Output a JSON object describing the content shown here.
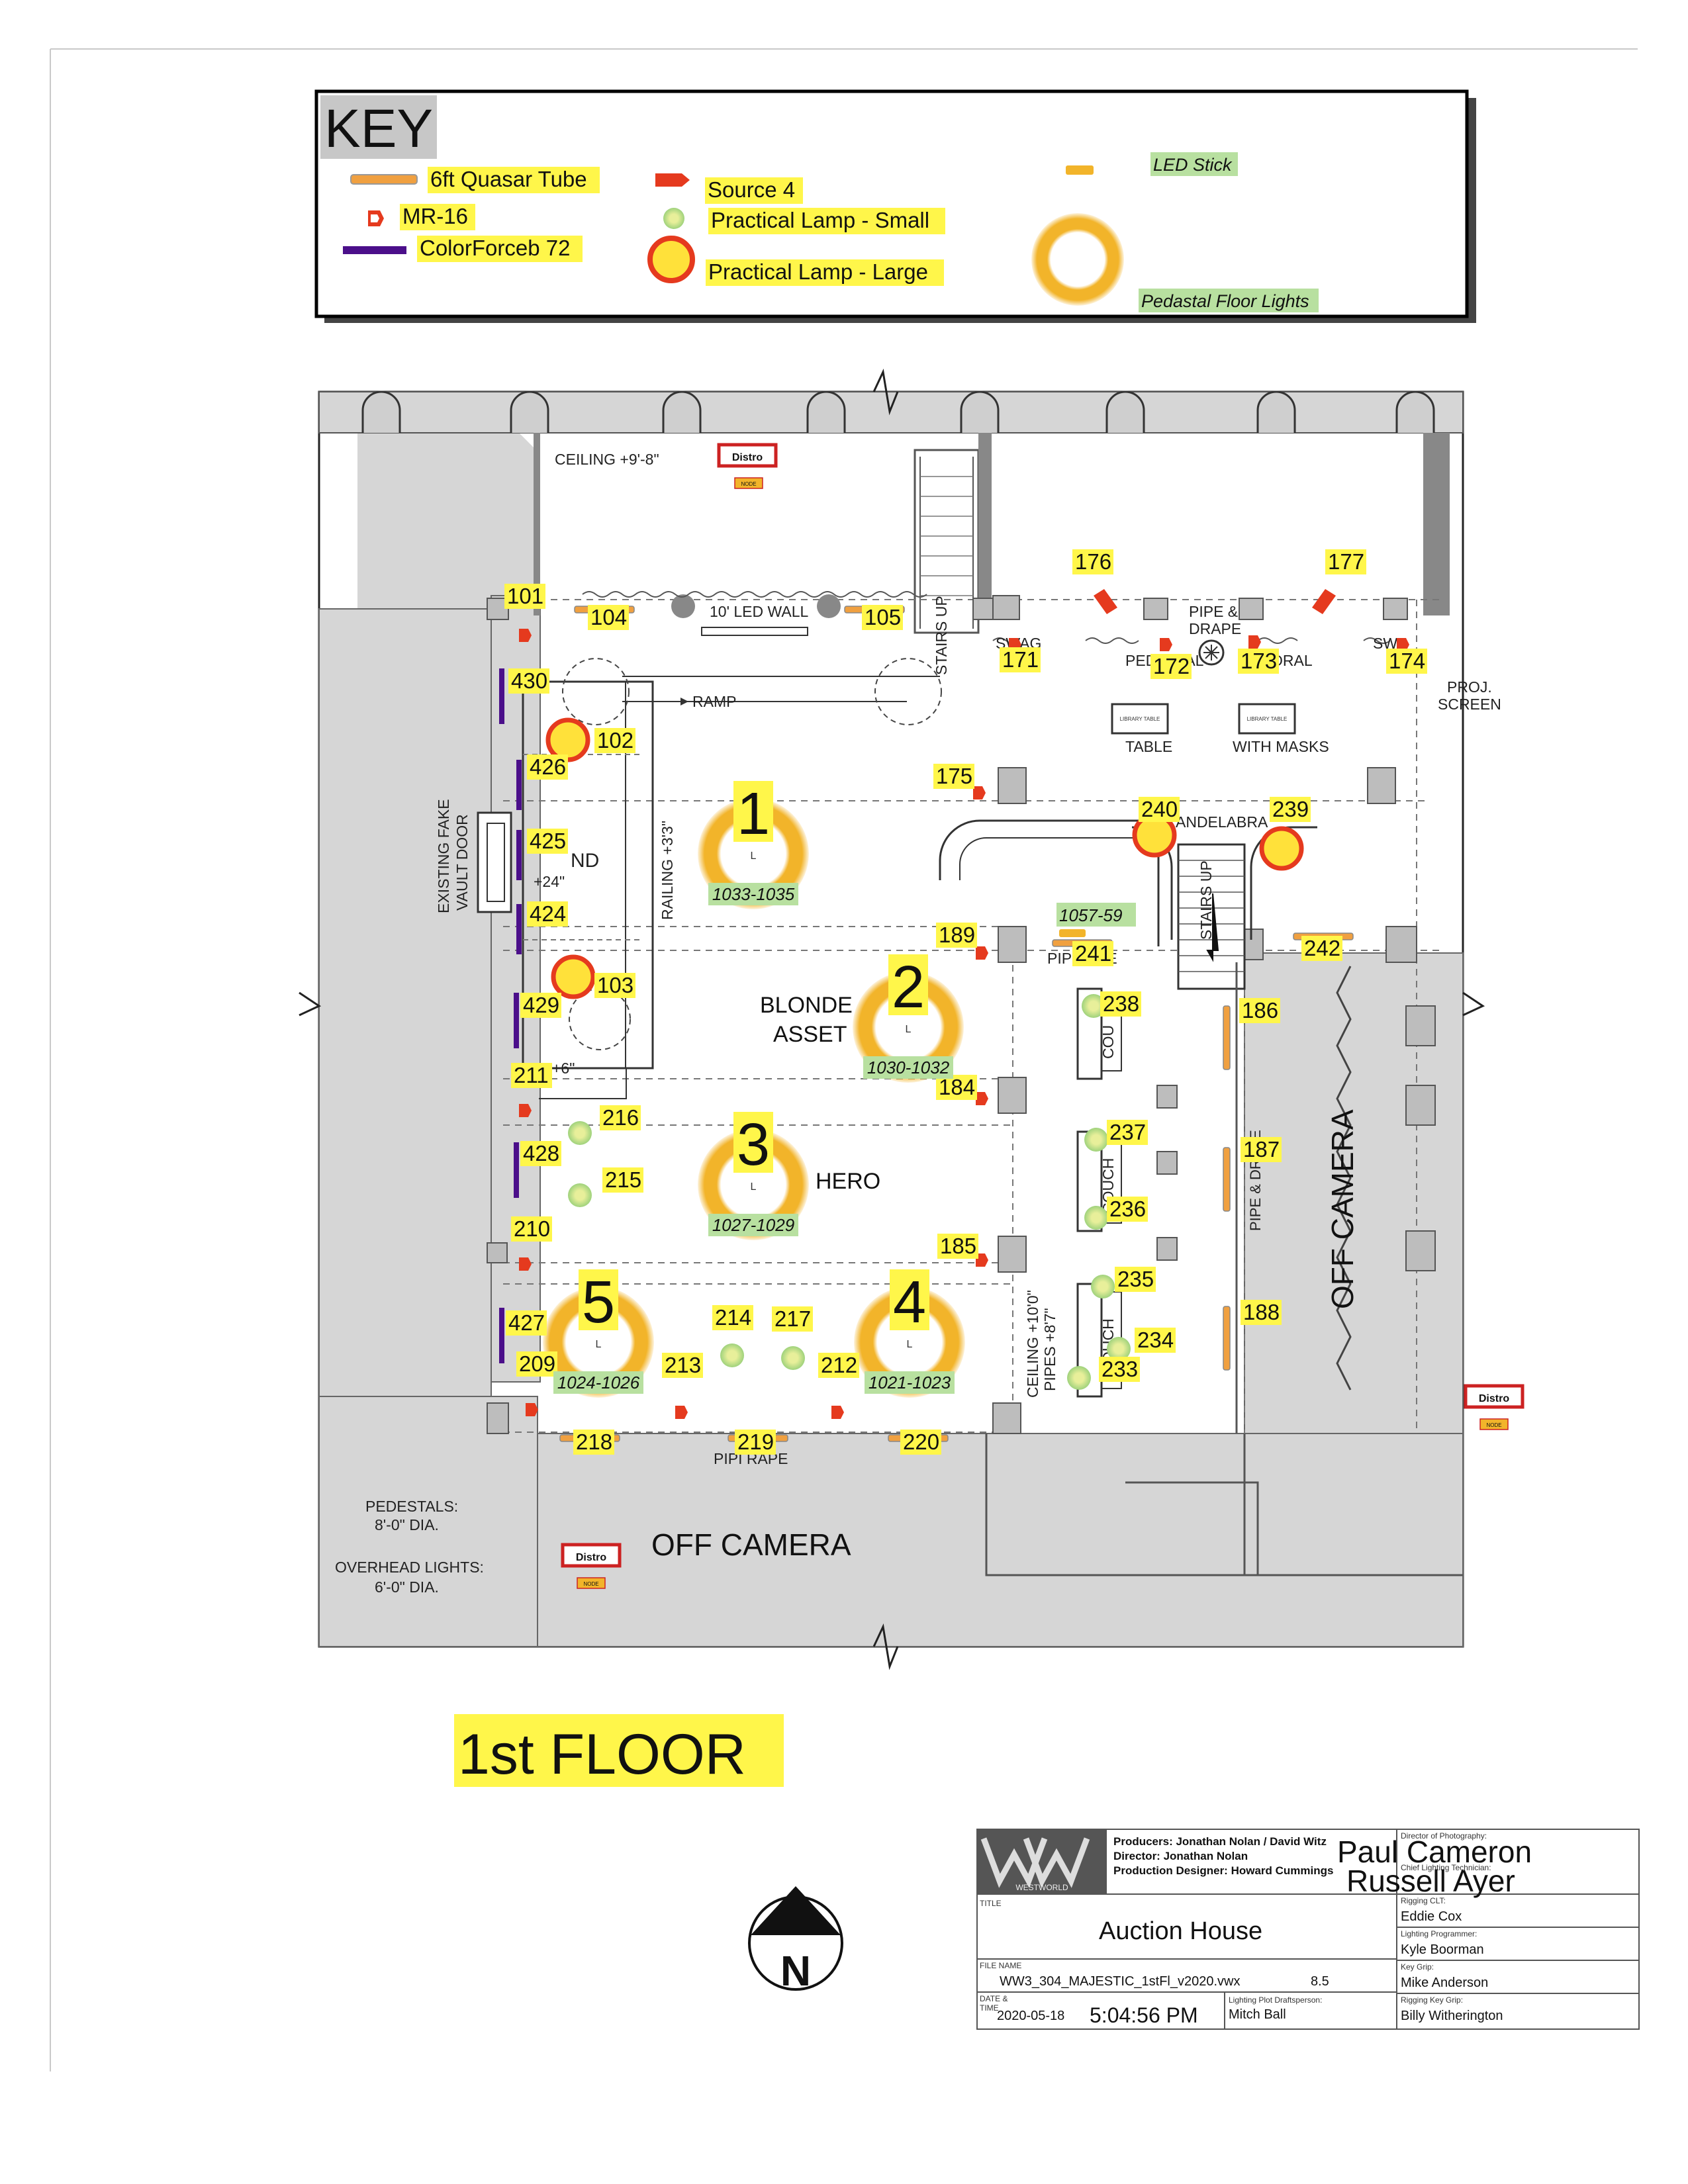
{
  "key": {
    "title": "KEY",
    "items": [
      {
        "label": "6ft Quasar Tube",
        "icon": "quasar-tube-icon",
        "color": "#f0a040"
      },
      {
        "label": "MR-16",
        "icon": "mr16-icon",
        "color": "#e53a1e"
      },
      {
        "label": "ColorForceb 72",
        "icon": "colorforce-icon",
        "color": "#4b0f8a"
      },
      {
        "label": "Source 4",
        "icon": "source4-icon",
        "color": "#e53a1e"
      },
      {
        "label": "Practical Lamp - Small",
        "icon": "practical-small-icon",
        "color": "#b7e08b"
      },
      {
        "label": "Practical Lamp - Large",
        "icon": "practical-large-icon",
        "color": "#ffe13a"
      },
      {
        "label": "LED Stick",
        "icon": "led-stick-icon",
        "color": "#f2b42a"
      },
      {
        "label": "Pedastal Floor Lights",
        "icon": "pedestal-light-icon",
        "color": "#f2b42a"
      }
    ]
  },
  "plan": {
    "labels": {
      "ceiling": "CEILING +9'-8\"",
      "led_wall": "10' LED WALL",
      "stairs_up_1": "STAIRS UP",
      "stairs_up_2": "STAIRS UP",
      "pipe_drape_top": "PIPE &",
      "pipe_drape_top2": "DRAPE",
      "swag_left": "SWAG",
      "swag_right": "SWA",
      "pedestal": "PEDESTAL",
      "floral": "ORAL",
      "proj_screen_1": "PROJ.",
      "proj_screen_2": "SCREEN",
      "ramp": "RAMP",
      "table": "TABLE",
      "with_masks": "WITH MASKS",
      "library_table_1": "LIBRARY TABLE",
      "library_table_2": "LIBRARY TABLE",
      "chandelabra": "ANDELABRA",
      "vault_1": "EXISTING FAKE",
      "vault_2": "VAULT DOOR",
      "railing": "RAILING +3'3\"",
      "plus24": "+24\"",
      "plus6": "+6\"",
      "stand": "ND",
      "blonde": "BLONDE",
      "asset": "ASSET",
      "hero": "HERO",
      "pipe_drape_mid": "PIP  RAPE",
      "couch_1": "COU",
      "couch_2": "COUCH",
      "couch_3": "OUCH",
      "pipe_drape_vert": "PIPE & DRAPE",
      "off_camera_right": "OFF CAMERA",
      "off_camera_bottom": "OFF CAMERA",
      "ceiling_pipes_1": "CEILING +10'0\"",
      "ceiling_pipes_2": "PIPES +8'7\"",
      "pipe_drape_bottom": "PIPI  RAPE",
      "pedestals_1": "PEDESTALS:",
      "pedestals_2": "8'-0\" DIA.",
      "overhead_1": "OVERHEAD LIGHTS:",
      "overhead_2": "6'-0\" DIA.",
      "distro": "Distro",
      "node": "NODE"
    },
    "fixture_tags": [
      "101",
      "104",
      "105",
      "176",
      "177",
      "171",
      "172",
      "173",
      "174",
      "430",
      "102",
      "426",
      "425",
      "424",
      "103",
      "429",
      "175",
      "240",
      "239",
      "189",
      "241",
      "242",
      "238",
      "186",
      "211",
      "184",
      "216",
      "428",
      "215",
      "237",
      "187",
      "236",
      "210",
      "185",
      "235",
      "427",
      "214",
      "217",
      "234",
      "188",
      "209",
      "213",
      "212",
      "233",
      "218",
      "219",
      "220"
    ],
    "pedestals": [
      {
        "number": "1",
        "range": "1033-1035"
      },
      {
        "number": "2",
        "range": "1030-1032"
      },
      {
        "number": "3",
        "range": "1027-1029"
      },
      {
        "number": "4",
        "range": "1021-1023"
      },
      {
        "number": "5",
        "range": "1024-1026"
      }
    ],
    "led_group_label": "1057-59"
  },
  "floor_title": "1st FLOOR",
  "compass": {
    "letter": "N"
  },
  "title_block": {
    "brand": "WESTWORLD",
    "producers": "Producers: Jonathan Nolan / David Witz",
    "director": "Director:  Jonathan Nolan",
    "designer": "Production Designer: Howard Cummings",
    "title_label": "TITLE",
    "title": "Auction House",
    "file_label": "FILE NAME",
    "file_name": "WW3_304_MAJESTIC_1stFl_v2020.vwx",
    "version": "8.5",
    "date_label_1": "DATE &",
    "date_label_2": "TIME",
    "date": "2020-05-18",
    "time": "5:04:56 PM",
    "draftsperson_label": "Lighting Plot Draftsperson:",
    "draftsperson": "Mitch Ball",
    "dop_label": "Director of Photography:",
    "dop": "Paul Cameron",
    "chief_label": "Chief Lighting Technician:",
    "chief": "Russell Ayer",
    "rigging_label": "Rigging CLT:",
    "rigging": "Eddie  Cox",
    "programmer_label": "Lighting Programmer:",
    "programmer": "Kyle Boorman",
    "keygrip_label": "Key Grip:",
    "keygrip": "Mike Anderson",
    "rigkeygrip_label": "Rigging Key Grip:",
    "rigkeygrip": "Billy Witherington"
  }
}
